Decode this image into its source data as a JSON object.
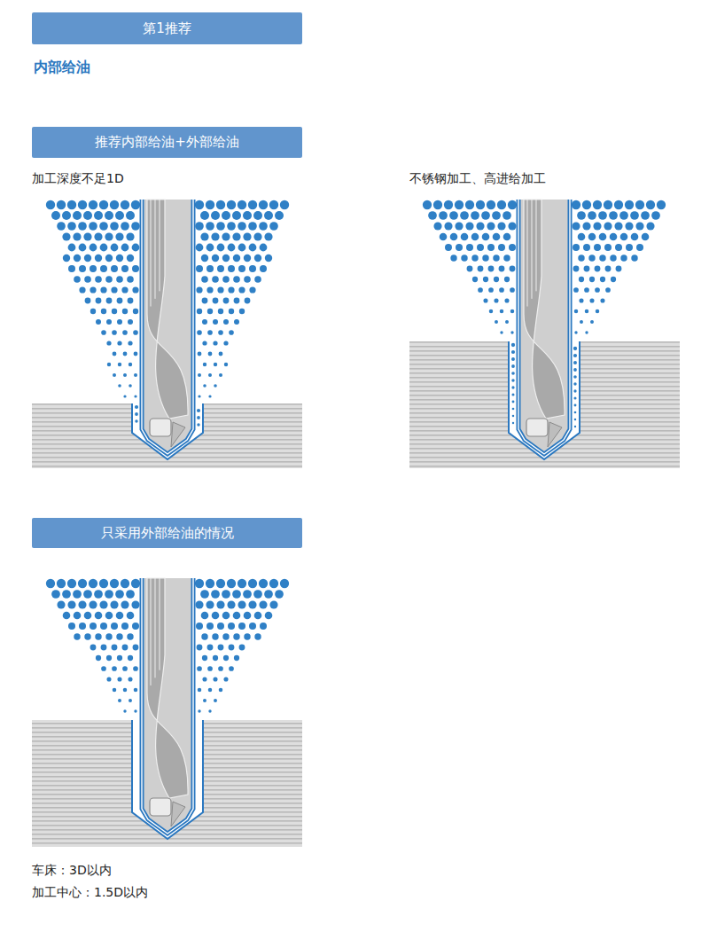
{
  "diagram": {
    "nodes": [
      {
        "text": [
          "第1推荐"
        ]
      },
      {
        "text": [
          "推荐内部给油+外部给油"
        ]
      },
      {
        "text": [
          "只采用外部给油的情况"
        ]
      }
    ],
    "labels": [
      "内部给油",
      "加工深度不足1D",
      "不锈钢加工、高进给加工",
      "车床：3D以内",
      "加工中心：1.5D以内"
    ]
  }
}
